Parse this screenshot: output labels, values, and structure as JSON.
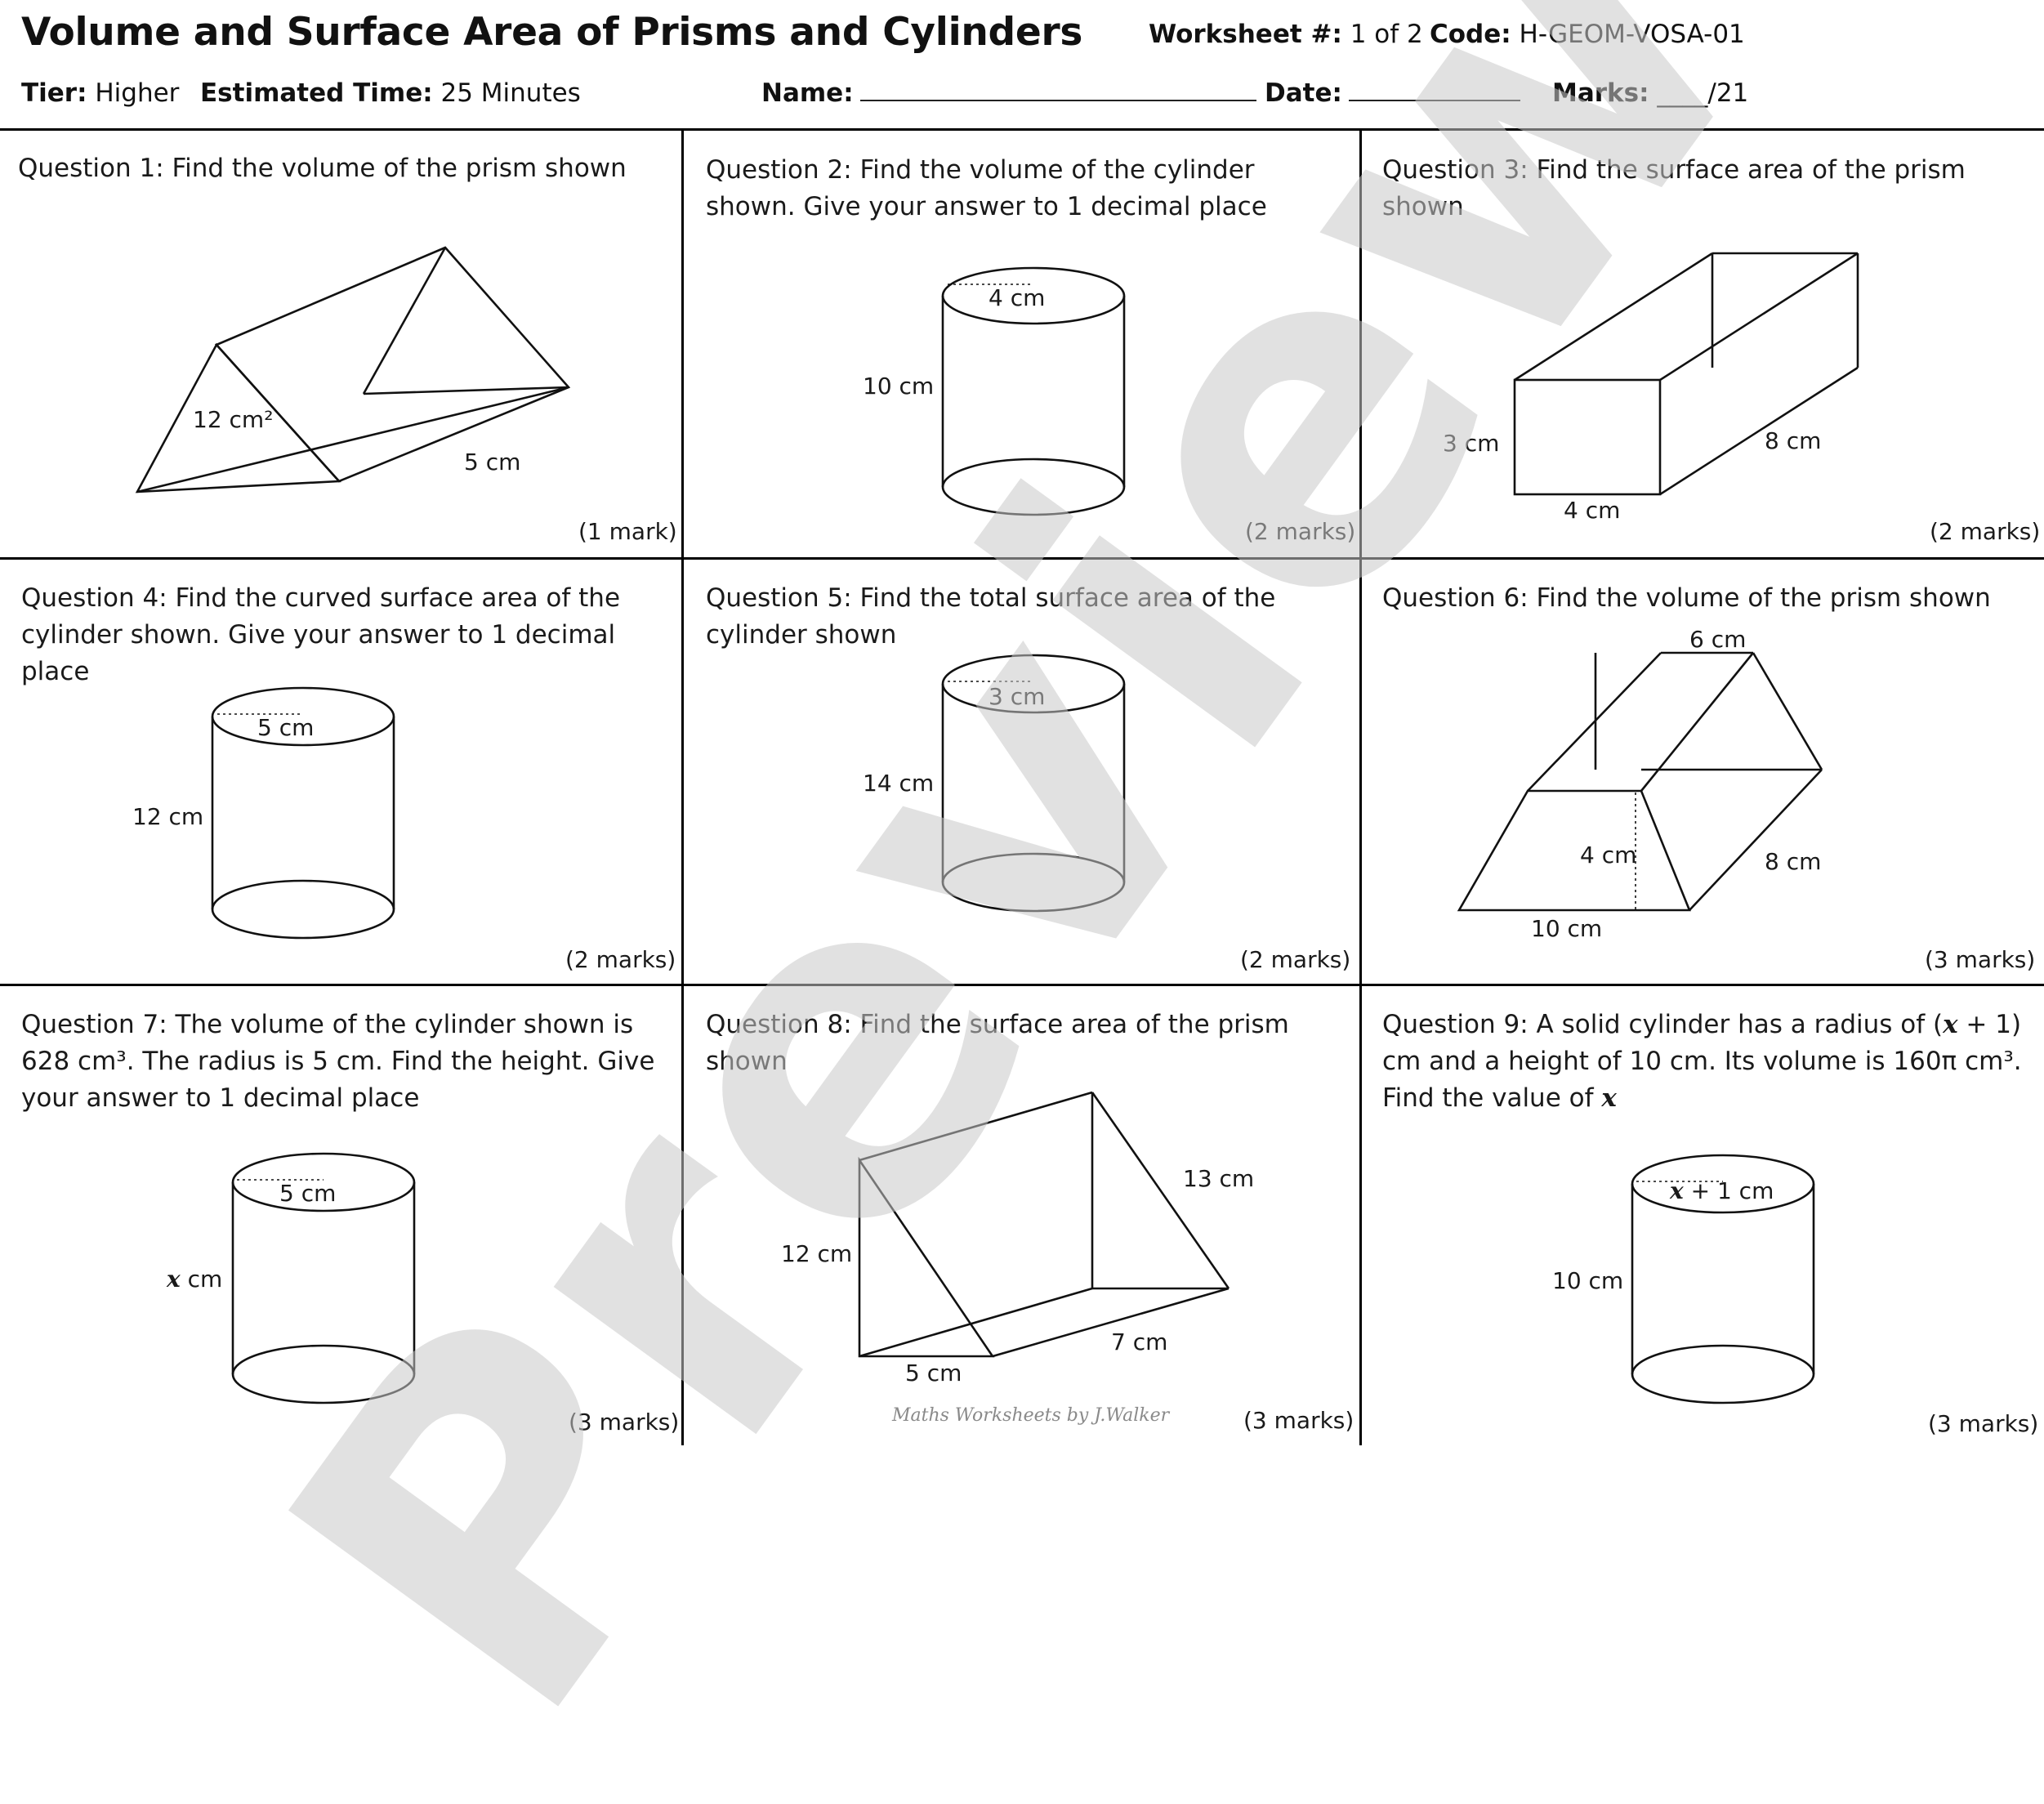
{
  "header": {
    "title": "Volume and Surface Area of Prisms and Cylinders",
    "worksheet_label": "Worksheet #:",
    "worksheet_value": "1 of 2",
    "code_label": "Code:",
    "code_value": "H-GEOM-VOSA-01",
    "tier_label": "Tier:",
    "tier_value": "Higher",
    "time_label": "Estimated Time:",
    "time_value": "25 Minutes",
    "name_label": "Name:",
    "date_label": "Date:",
    "marks_label": "Marks:",
    "marks_value": "____/21"
  },
  "questions": [
    {
      "text": "Question 1: Find the volume of the prism shown",
      "marks": "(1 mark)",
      "labels": [
        "12 cm²",
        "5 cm"
      ]
    },
    {
      "text": "Question 2: Find the volume of the cylinder shown. Give your answer to 1 decimal place",
      "marks": "(2 marks)",
      "labels": [
        "4 cm",
        "10 cm"
      ]
    },
    {
      "text": "Question 3: Find the surface area of the prism shown",
      "marks": "(2 marks)",
      "labels": [
        "3 cm",
        "8 cm",
        "4 cm"
      ]
    },
    {
      "text": "Question 4: Find the curved surface area of the cylinder shown. Give your answer to 1 decimal place",
      "marks": "(2 marks)",
      "labels": [
        "5 cm",
        "12 cm"
      ]
    },
    {
      "text": "Question 5: Find the total surface area of the cylinder shown",
      "marks": "(2 marks)",
      "labels": [
        "3 cm",
        "14 cm"
      ]
    },
    {
      "text": "Question 6: Find the volume of the prism shown",
      "marks": "(3 marks)",
      "labels": [
        "6 cm",
        "4 cm",
        "8 cm",
        "10 cm"
      ]
    },
    {
      "text": "Question 7: The volume of the cylinder shown is 628 cm³. The radius is 5 cm. Find the height. Give your answer to 1 decimal place",
      "marks": "(3 marks)",
      "labels": [
        "5 cm",
        "cm"
      ]
    },
    {
      "text": "Question 8: Find the surface area of the prism shown",
      "marks": "(3 marks)",
      "labels": [
        "13 cm",
        "12 cm",
        "7 cm",
        "5 cm"
      ]
    },
    {
      "text_pre": "Question 9: A solid cylinder has a radius of (",
      "text_var": "x",
      "text_mid": " + 1) cm and a height of 10 cm. Its volume is 160π cm³.",
      "text_find": "Find the value of ",
      "marks": "(3 marks)",
      "labels": [
        "+ 1 cm",
        "10 cm"
      ]
    }
  ],
  "variable": "x",
  "watermark": "Preview",
  "credit": "Maths Worksheets by J.Walker"
}
